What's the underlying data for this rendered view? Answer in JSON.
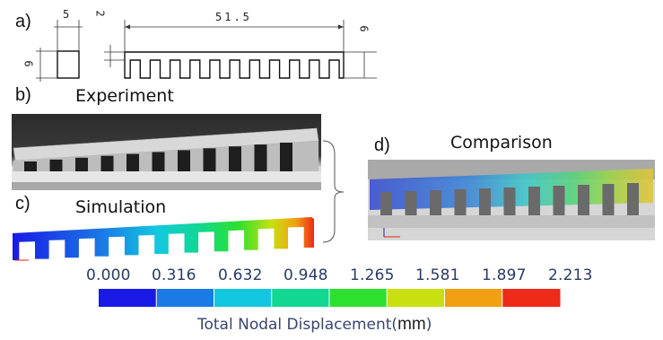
{
  "panels": {
    "a": {
      "label": "a)",
      "dims": {
        "width_block": "5",
        "height_block": "6",
        "top_gap": "2",
        "length": "51.5",
        "height_right": "6"
      }
    },
    "b": {
      "label": "b)",
      "title": "Experiment"
    },
    "c": {
      "label": "c)",
      "title": "Simulation"
    },
    "d": {
      "label": "d)",
      "title": "Comparison"
    }
  },
  "colorbar": {
    "ticks": [
      "0.000",
      "0.316",
      "0.632",
      "0.948",
      "1.265",
      "1.581",
      "1.897",
      "2.213"
    ],
    "title_main": "Total Nodal Displacement(",
    "title_unit": "mm",
    "title_end": ")",
    "colors": [
      "#1a1ae6",
      "#1a7be6",
      "#12c8e0",
      "#10d890",
      "#2ee02e",
      "#c8e010",
      "#f0a010",
      "#ee2a18"
    ]
  }
}
